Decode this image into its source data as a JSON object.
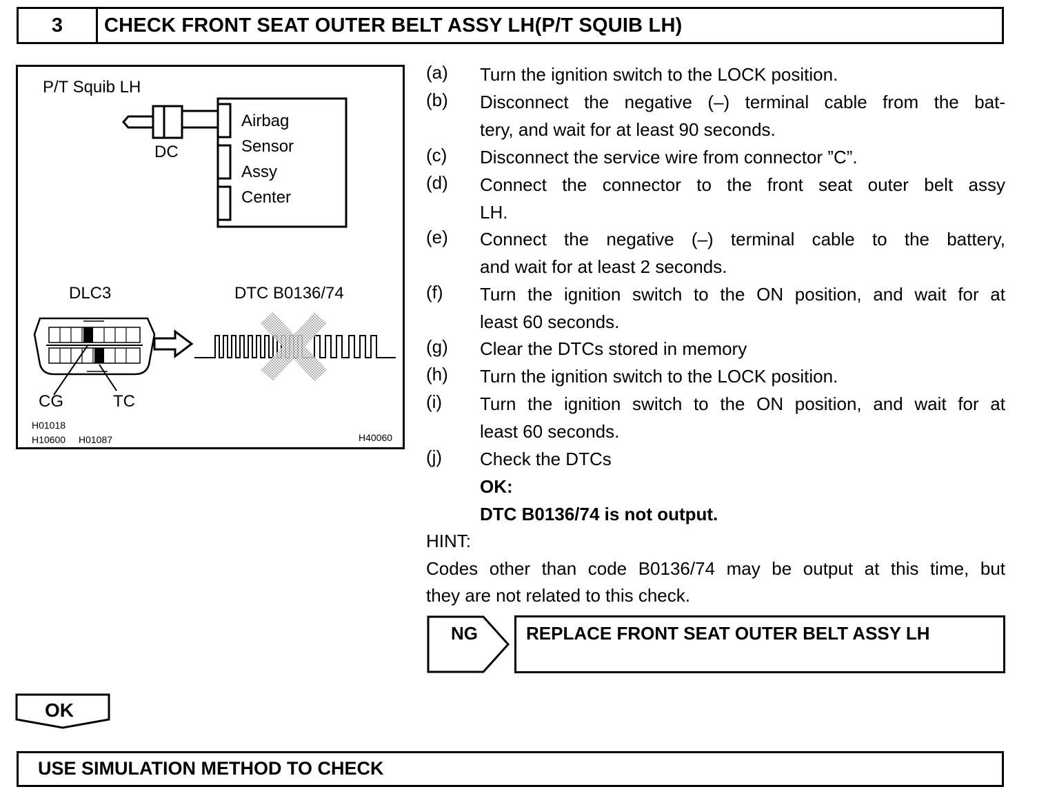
{
  "header": {
    "step_number": "3",
    "title": "CHECK FRONT SEAT OUTER BELT ASSY LH(P/T SQUIB LH)"
  },
  "diagram": {
    "squib_label": "P/T Squib LH",
    "connector_label": "DC",
    "ecu_label_lines": [
      "Airbag",
      "Sensor",
      "Assy",
      "Center"
    ],
    "dlc_label": "DLC3",
    "dtc_label": "DTC B0136/74",
    "cg_label": "CG",
    "tc_label": "TC",
    "ref_codes": [
      "H01018",
      "H10600",
      "H01087",
      "H40060"
    ]
  },
  "steps": [
    {
      "letter": "(a)",
      "lines": [
        "Turn the ignition switch to the LOCK position."
      ]
    },
    {
      "letter": "(b)",
      "lines": [
        "Disconnect the negative (–) terminal cable from the bat-",
        "tery, and wait for at least 90 seconds."
      ]
    },
    {
      "letter": "(c)",
      "lines": [
        "Disconnect the service wire from connector ”C”."
      ]
    },
    {
      "letter": "(d)",
      "lines": [
        "Connect the connector to the front seat outer belt assy",
        "LH."
      ]
    },
    {
      "letter": "(e)",
      "lines": [
        "Connect the negative (–) terminal cable to the battery,",
        "and wait for at least 2 seconds."
      ]
    },
    {
      "letter": "(f)",
      "lines": [
        "Turn the ignition switch to the ON position, and wait for at",
        "least 60 seconds."
      ]
    },
    {
      "letter": "(g)",
      "lines": [
        "Clear the DTCs stored in memory"
      ]
    },
    {
      "letter": "(h)",
      "lines": [
        "Turn the ignition switch to the LOCK position."
      ]
    },
    {
      "letter": "(i)",
      "lines": [
        "Turn the ignition switch to the ON position, and wait for at",
        "least 60 seconds."
      ]
    },
    {
      "letter": "(j)",
      "lines": [
        "Check the DTCs"
      ]
    }
  ],
  "ok_result": {
    "label": "OK:",
    "text": "DTC B0136/74 is not output."
  },
  "hint": {
    "label": "HINT:",
    "lines": [
      "Codes other than code B0136/74 may be output at this time, but",
      "they are not related to this check."
    ]
  },
  "ng": {
    "label": "NG",
    "action": "REPLACE FRONT SEAT OUTER BELT ASSY LH"
  },
  "ok_flow": {
    "label": "OK"
  },
  "footer": {
    "text": "USE SIMULATION METHOD TO CHECK"
  }
}
